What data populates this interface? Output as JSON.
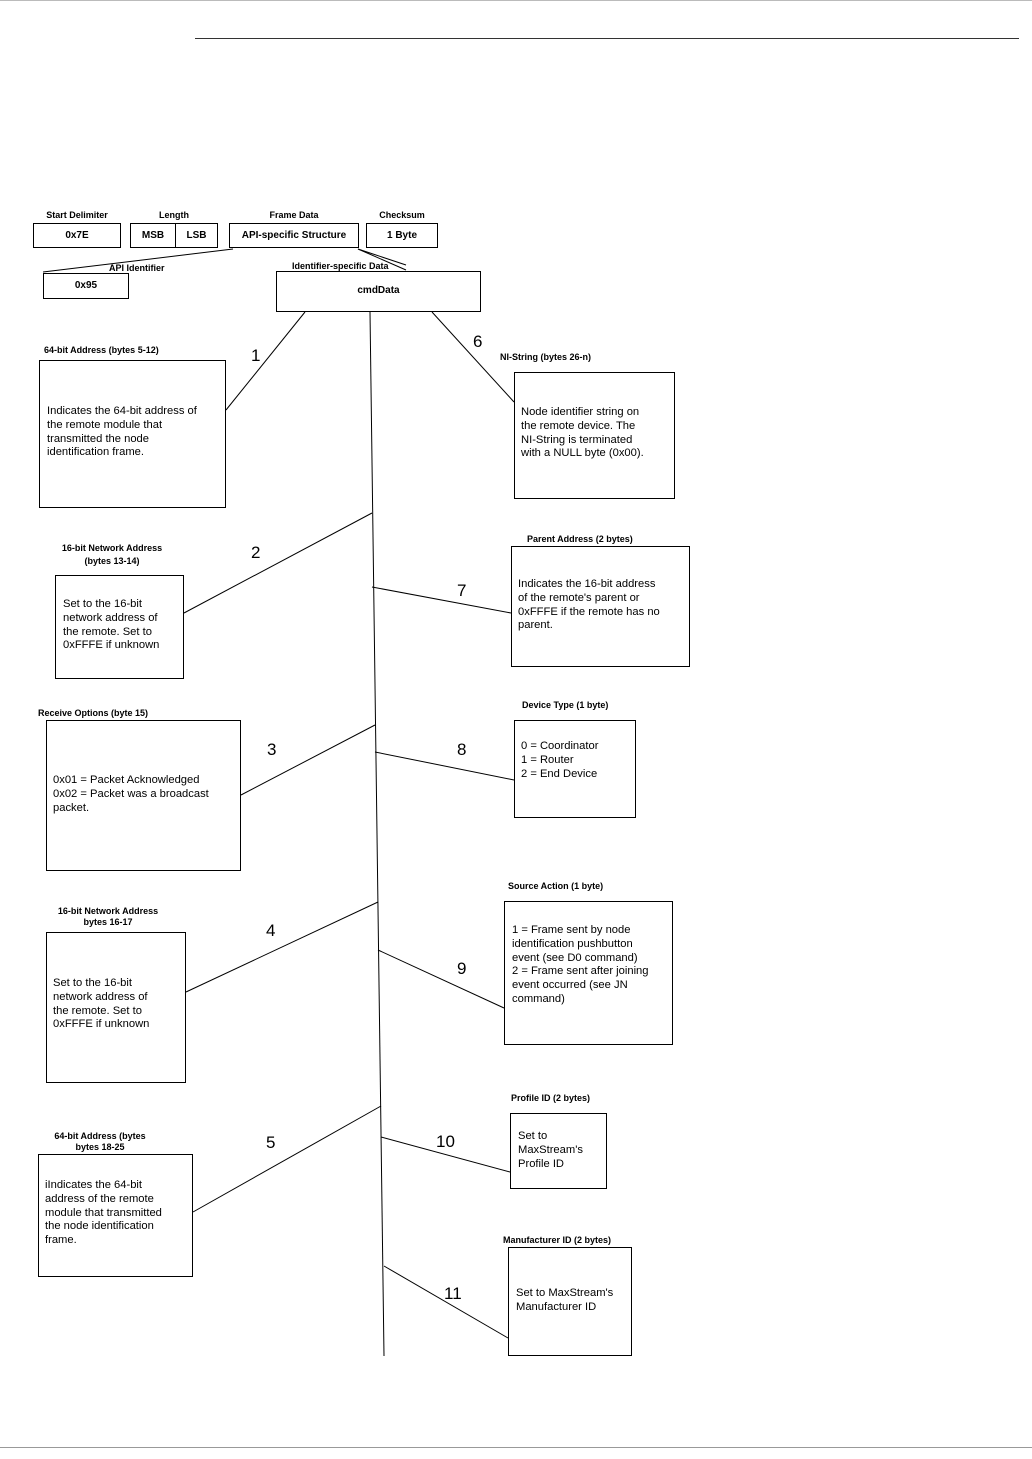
{
  "frame": {
    "start_delimiter": {
      "label": "Start Delimiter",
      "value": "0x7E"
    },
    "length": {
      "label": "Length",
      "msb": "MSB",
      "lsb": "LSB"
    },
    "frame_data": {
      "label": "Frame Data",
      "value": "API-specific Structure"
    },
    "checksum": {
      "label": "Checksum",
      "value": "1 Byte"
    },
    "api_identifier": {
      "label": "API Identifier",
      "value": "0x95"
    },
    "identifier_specific": {
      "label": "Identifier-specific Data",
      "value": "cmdData"
    }
  },
  "fields": [
    {
      "num": "1",
      "title": "64-bit Address (bytes 5-12)",
      "text": "Indicates the 64-bit address of\nthe remote module that\ntransmitted the node\nidentification frame."
    },
    {
      "num": "2",
      "title": "16-bit Network Address\n(bytes 13-14)",
      "text": "Set to the 16-bit\nnetwork address of\nthe remote.  Set to\n0xFFFE if unknown"
    },
    {
      "num": "3",
      "title": "Receive Options  (byte 15)",
      "text": "0x01 = Packet Acknowledged\n0x02 = Packet was a broadcast\npacket."
    },
    {
      "num": "4",
      "title": "16-bit Network Address\nbytes 16-17",
      "text": "Set to the 16-bit\nnetwork address of\nthe remote.  Set to\n0xFFFE if unknown"
    },
    {
      "num": "5",
      "title": "64-bit Address (bytes\nbytes 18-25",
      "text": "iIndicates the 64-bit\naddress of the remote\nmodule that transmitted\nthe node identification\nframe."
    },
    {
      "num": "6",
      "title": "NI-String (bytes 26-n)",
      "text": "Node identifier string on\nthe remote device.  The\nNI-String is terminated\nwith a NULL byte (0x00)."
    },
    {
      "num": "7",
      "title": "Parent Address  (2 bytes)",
      "text": "Indicates the 16-bit address\nof the remote's parent or\n0xFFFE if the remote has no\nparent."
    },
    {
      "num": "8",
      "title": "Device Type  (1 byte)",
      "text": "0 = Coordinator\n1 = Router\n2 = End Device"
    },
    {
      "num": "9",
      "title": "Source Action  (1 byte)",
      "text": "1 = Frame sent by node\nidentification pushbutton\nevent (see D0 command)\n2 = Frame sent after joining\nevent occurred (see JN\ncommand)"
    },
    {
      "num": "10",
      "title": "Profile ID  (2 bytes)",
      "text": "Set to\nMaxStream's\nProfile ID"
    },
    {
      "num": "11",
      "title": "Manufacturer ID  (2 bytes)",
      "text": "Set to MaxStream's\nManufacturer ID"
    }
  ]
}
